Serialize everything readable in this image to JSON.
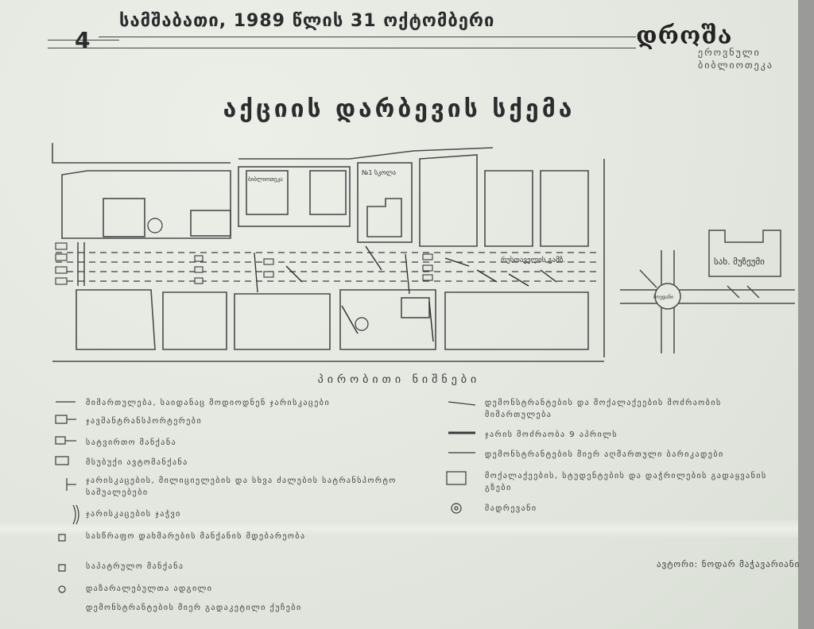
{
  "header": {
    "page_number": "4",
    "date_line": "სამშაბათი, 1989 წლის 31 ოქტომბერი",
    "newspaper_name": "დროშა",
    "newspaper_subtitle": "ეროვნული ბიბლიოთეკა"
  },
  "title": "აქციის დარბევის სქემა",
  "map_labels": {
    "building_top_center": "ბიბლიოთეკა",
    "building_top_right": "№1 სკოლა",
    "street_label": "რუსთაველის გამზ.",
    "right_building": "სახ. მუზეუმი",
    "circle_label": "მოედანი"
  },
  "legend": {
    "title": "პირობითი ნიშნები",
    "left_items": [
      "მიმართულება, საიდანაც მოდიოდნენ ჯარისკაცები",
      "ჯავშანტრანსპორტერები",
      "სატვირთო მანქანა",
      "მსუბუქი ავტომანქანა",
      "ჯარისკაცების, მილიციელების და სხვა ძალების სატრანსპორტო საშუალებები",
      "ჯარისკაცების ჯაჭვი",
      "სასწრაფო დახმარების მანქანის მდებარეობა",
      "საპატრულო მანქანა",
      "დაზარალებულთა ადგილი",
      "დემონსტრანტების მიერ გადაკეტილი ქუჩები"
    ],
    "right_items": [
      "დემონსტრანტების და მოქალაქეების მოძრაობის მიმართულება",
      "ჯარის მოძრაობა 9 აპრილს",
      "დემონსტრანტების მიერ აღმართული ბარიკადები",
      "მოქალაქეების, სტუდენტების და დაჭრილების გადაყვანის გზები",
      "შადრევანი"
    ]
  },
  "signature": "ავტორი: ნოდარ მაჭავარიანი"
}
